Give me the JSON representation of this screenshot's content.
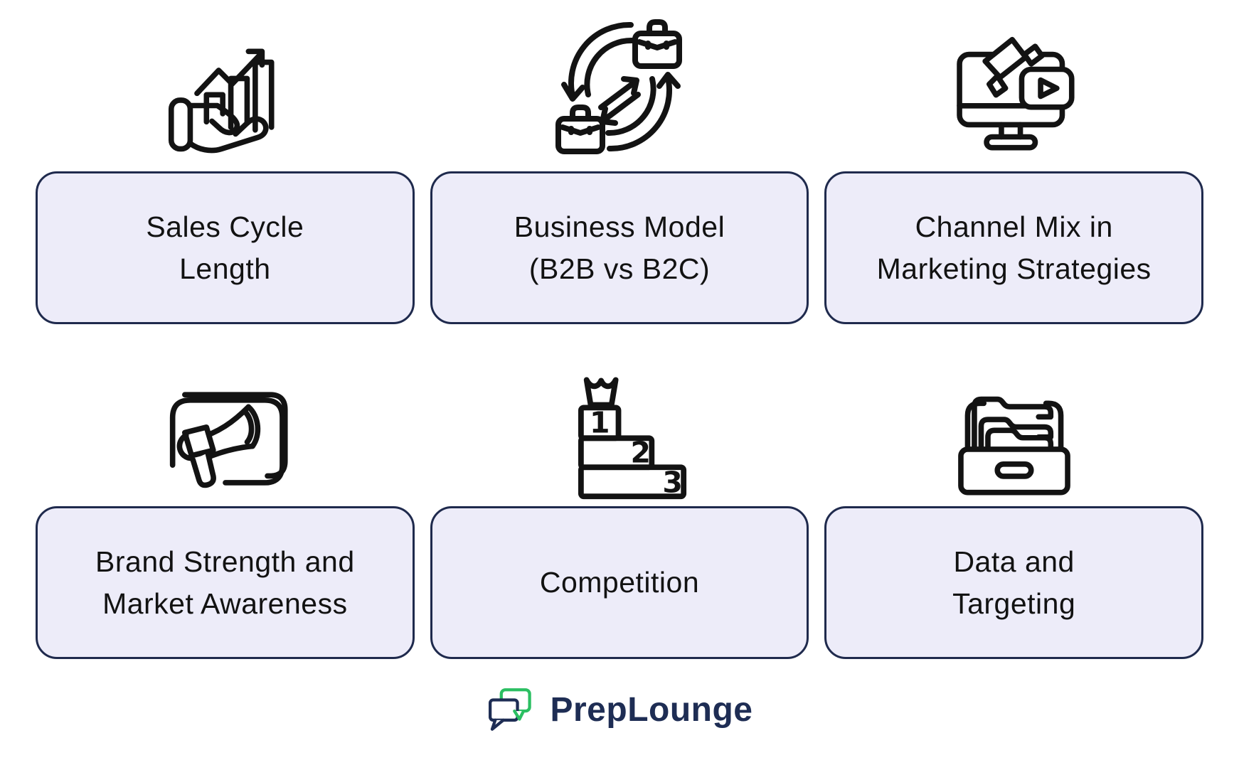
{
  "cards": [
    {
      "title": "Sales Cycle Length",
      "lines": [
        "Sales Cycle",
        "Length"
      ],
      "icon": "hand-growth-chart-icon"
    },
    {
      "title": "Business Model (B2B vs B2C)",
      "lines": [
        "Business Model",
        "(B2B vs B2C)"
      ],
      "icon": "briefcase-exchange-icon"
    },
    {
      "title": "Channel Mix in Marketing Strategies",
      "lines": [
        "Channel Mix in",
        "Marketing Strategies"
      ],
      "icon": "monitor-megaphone-video-icon"
    },
    {
      "title": "Brand Strength and Market Awareness",
      "lines": [
        "Brand Strength and",
        "Market Awareness"
      ],
      "icon": "megaphone-screen-icon"
    },
    {
      "title": "Competition",
      "lines": [
        "Competition"
      ],
      "icon": "podium-ranking-icon"
    },
    {
      "title": "Data and Targeting",
      "lines": [
        "Data and",
        "Targeting"
      ],
      "icon": "archive-folders-icon"
    }
  ],
  "footer": {
    "brand": "PrepLounge"
  },
  "colors": {
    "page_bg": "#FFFFFF",
    "card_bg": "#EDECF9",
    "card_border": "#1F2A4D",
    "card_text": "#121212",
    "icon_stroke": "#131313",
    "brand_navy": "#1E2D54",
    "brand_green": "#2BBF62"
  }
}
